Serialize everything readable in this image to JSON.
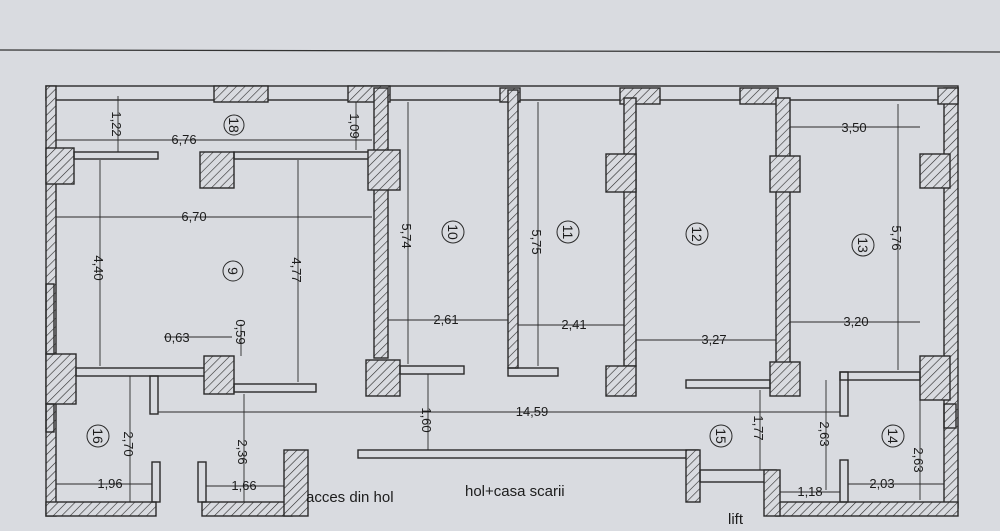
{
  "colors": {
    "paper": "#d9dbe0",
    "ink": "#2a2a2a"
  },
  "rooms": [
    "9",
    "10",
    "11",
    "12",
    "13",
    "14",
    "15",
    "16",
    "18"
  ],
  "dimensions": {
    "d122": "1,22",
    "d676": "6,76",
    "d109": "1,09",
    "d350": "3,50",
    "d670": "6,70",
    "d440": "4,40",
    "d477": "4,77",
    "d574": "5,74",
    "d575": "5,75",
    "d576": "5,76",
    "d261": "2,61",
    "d241": "2,41",
    "d327": "3,27",
    "d320": "3,20",
    "d063": "0,63",
    "d059": "0,59",
    "d1459": "14,59",
    "d160": "1,60",
    "d177": "1,77",
    "d263a": "2,63",
    "d263b": "2,63",
    "d270": "2,70",
    "d236": "2,36",
    "d196": "1,96",
    "d166": "1,66",
    "d118": "1,18",
    "d203": "2,03"
  },
  "labels": {
    "acces": "acces din hol",
    "hol": "hol+casa scarii",
    "lift": "lift"
  }
}
